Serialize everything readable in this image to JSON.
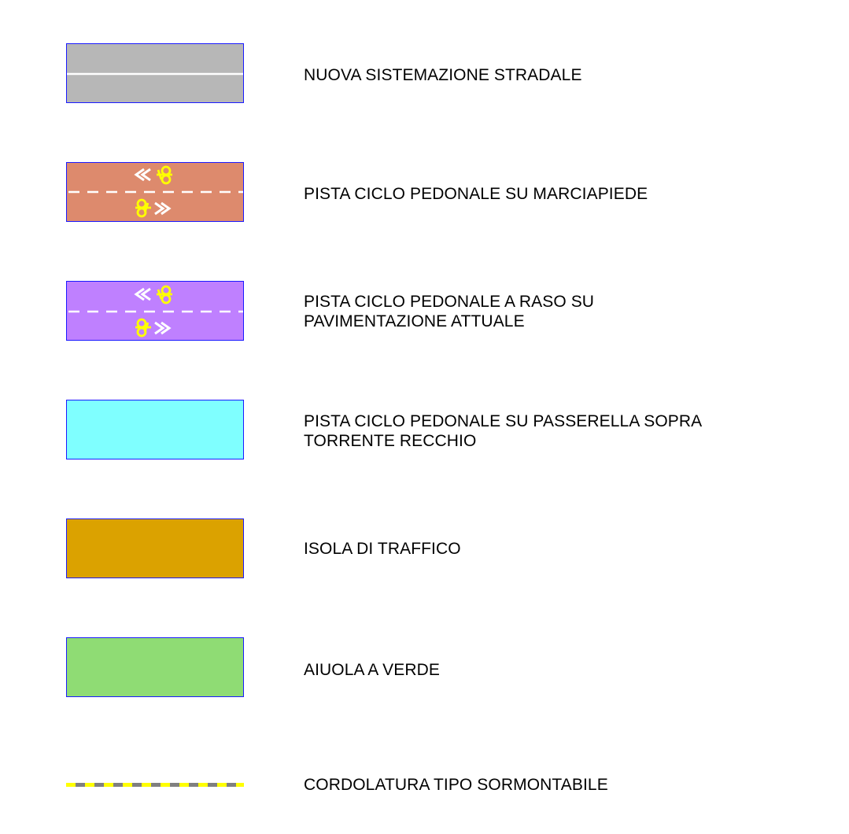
{
  "legend": {
    "items": [
      {
        "key": "road",
        "label": "NUOVA SISTEMAZIONE STRADALE",
        "color": "#b7b7b7",
        "pattern": "center-line"
      },
      {
        "key": "sidewalk-bike",
        "label": "PISTA CICLO PEDONALE SU MARCIAPIEDE",
        "color": "#dd8a6d",
        "pattern": "bike-lane"
      },
      {
        "key": "grade-bike",
        "label": "PISTA CICLO PEDONALE A RASO SU\nPAVIMENTAZIONE ATTUALE",
        "color": "#bf80ff",
        "pattern": "bike-lane"
      },
      {
        "key": "bridge-bike",
        "label": "PISTA CICLO PEDONALE SU PASSERELLA SOPRA\nTORRENTE RECCHIO",
        "color": "#7fffff",
        "pattern": "plain"
      },
      {
        "key": "traffic-island",
        "label": "ISOLA DI TRAFFICO",
        "color": "#dba200",
        "pattern": "plain"
      },
      {
        "key": "green-bed",
        "label": "AIUOLA A VERDE",
        "color": "#8fdc74",
        "pattern": "plain"
      },
      {
        "key": "curb",
        "label": "CORDOLATURA TIPO SORMONTABILE",
        "colors": [
          "#ffff00",
          "#808080"
        ],
        "pattern": "dashed-curb"
      }
    ]
  }
}
